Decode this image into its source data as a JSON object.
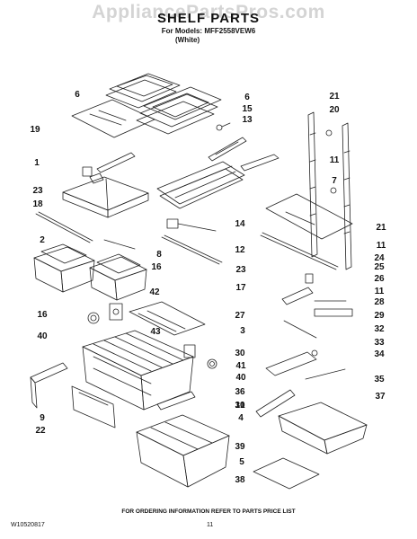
{
  "header": {
    "watermark": "AppliancePartsPros.com",
    "title": "SHELF PARTS",
    "subtitle": "For Models: MFF2558VEW6",
    "subtitle_variant": "(White)"
  },
  "footer": {
    "doc_number": "W10520817",
    "page": "11",
    "info": "FOR ORDERING INFORMATION REFER TO PARTS PRICE LIST"
  },
  "callouts": [
    {
      "id": "c6a",
      "text": "6"
    },
    {
      "id": "c6b",
      "text": "6"
    },
    {
      "id": "c15",
      "text": "15"
    },
    {
      "id": "c13",
      "text": "13"
    },
    {
      "id": "c19",
      "text": "19"
    },
    {
      "id": "c1",
      "text": "1"
    },
    {
      "id": "c23a",
      "text": "23"
    },
    {
      "id": "c18",
      "text": "18"
    },
    {
      "id": "c2",
      "text": "2"
    },
    {
      "id": "c8",
      "text": "8"
    },
    {
      "id": "c16a",
      "text": "16"
    },
    {
      "id": "c16b",
      "text": "16"
    },
    {
      "id": "c42",
      "text": "42"
    },
    {
      "id": "c40a",
      "text": "40"
    },
    {
      "id": "c43",
      "text": "43"
    },
    {
      "id": "c9",
      "text": "9"
    },
    {
      "id": "c22",
      "text": "22"
    },
    {
      "id": "c14",
      "text": "14"
    },
    {
      "id": "c12",
      "text": "12"
    },
    {
      "id": "c23b",
      "text": "23"
    },
    {
      "id": "c17",
      "text": "17"
    },
    {
      "id": "c3",
      "text": "3"
    },
    {
      "id": "c21a",
      "text": "21"
    },
    {
      "id": "c20",
      "text": "20"
    },
    {
      "id": "c11a",
      "text": "11"
    },
    {
      "id": "c7",
      "text": "7"
    },
    {
      "id": "c21b",
      "text": "21"
    },
    {
      "id": "c11b",
      "text": "11"
    },
    {
      "id": "c24",
      "text": "24"
    },
    {
      "id": "c25",
      "text": "25"
    },
    {
      "id": "c26",
      "text": "26"
    },
    {
      "id": "c11c",
      "text": "11"
    },
    {
      "id": "c27",
      "text": "27"
    },
    {
      "id": "c28",
      "text": "28"
    },
    {
      "id": "c29",
      "text": "29"
    },
    {
      "id": "c30",
      "text": "30"
    },
    {
      "id": "c32",
      "text": "32"
    },
    {
      "id": "c33",
      "text": "33"
    },
    {
      "id": "c34",
      "text": "34"
    },
    {
      "id": "c41",
      "text": "41"
    },
    {
      "id": "c40b",
      "text": "40"
    },
    {
      "id": "c35",
      "text": "35"
    },
    {
      "id": "c36",
      "text": "36"
    },
    {
      "id": "c31",
      "text": "31"
    },
    {
      "id": "c37",
      "text": "37"
    },
    {
      "id": "c10",
      "text": "10"
    },
    {
      "id": "c4",
      "text": "4"
    },
    {
      "id": "c39",
      "text": "39"
    },
    {
      "id": "c5",
      "text": "5"
    },
    {
      "id": "c38",
      "text": "38"
    }
  ]
}
